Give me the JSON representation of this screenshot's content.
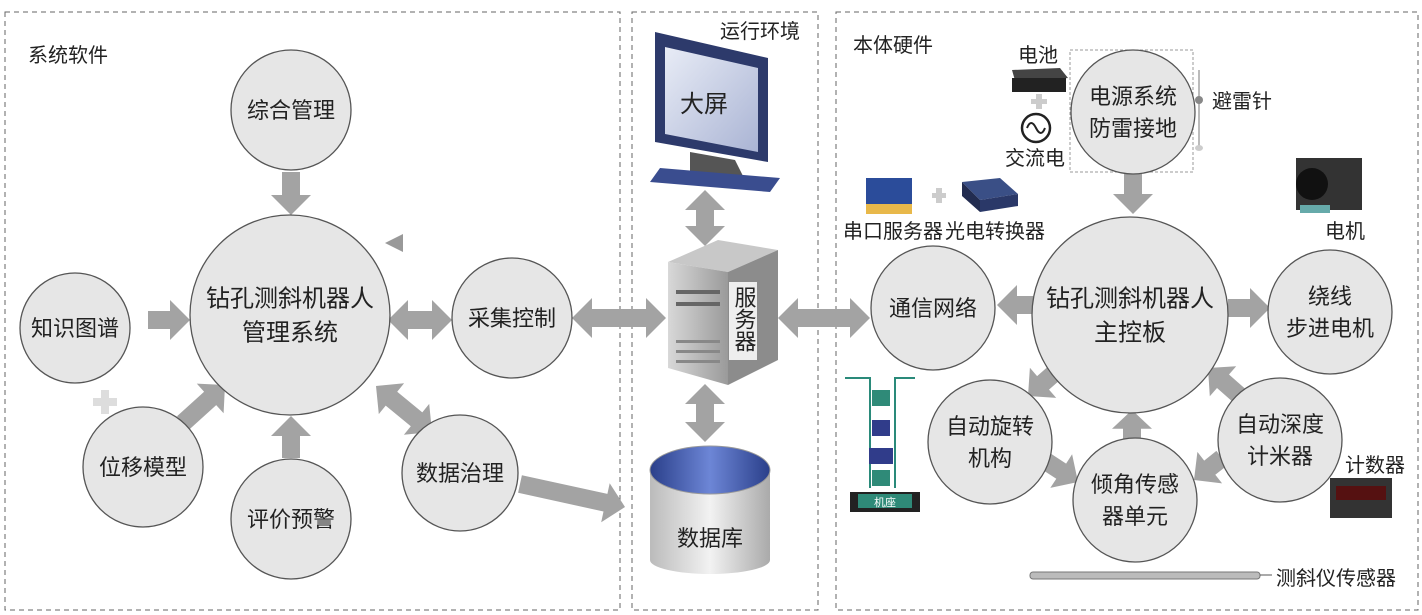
{
  "panels": {
    "software": "系统软件",
    "environment": "运行环境",
    "hardware": "本体硬件"
  },
  "software_nodes": {
    "integrated_mgmt": [
      "综合管理"
    ],
    "mgmt_system": [
      "钻孔测斜机器人",
      "管理系统"
    ],
    "knowledge_graph": [
      "知识图谱"
    ],
    "acquisition": [
      "采集控制"
    ],
    "displacement_model": [
      "位移模型"
    ],
    "evaluation": [
      "评价预警"
    ],
    "data_governance": [
      "数据治理"
    ]
  },
  "environment": {
    "screen": "大屏",
    "server": "服务器",
    "database": "数据库"
  },
  "hardware_nodes": {
    "power": [
      "电源系统",
      "防雷接地"
    ],
    "main_board": [
      "钻孔测斜机器人",
      "主控板"
    ],
    "network": [
      "通信网络"
    ],
    "stepper": [
      "绕线",
      "步进电机"
    ],
    "rotation": [
      "自动旋转",
      "机构"
    ],
    "tilt_sensor": [
      "倾角传感",
      "器单元"
    ],
    "depth_meter": [
      "自动深度",
      "计米器"
    ]
  },
  "hardware_labels": {
    "battery": "电池",
    "ac_power": "交流电",
    "lightning_rod": "避雷针",
    "serial_server": "串口服务器",
    "fiber_converter": "光电转换器",
    "motor": "电机",
    "counter": "计数器",
    "inclinometer": "测斜仪传感器",
    "base": "机座"
  },
  "colors": {
    "circle_fill": "#e6e6e6",
    "circle_stroke": "#555555",
    "arrow": "#a3a3a3",
    "panel_border": "#666666",
    "screen_blue": "#3a4d8f",
    "db_blue": "#3f56a8"
  }
}
